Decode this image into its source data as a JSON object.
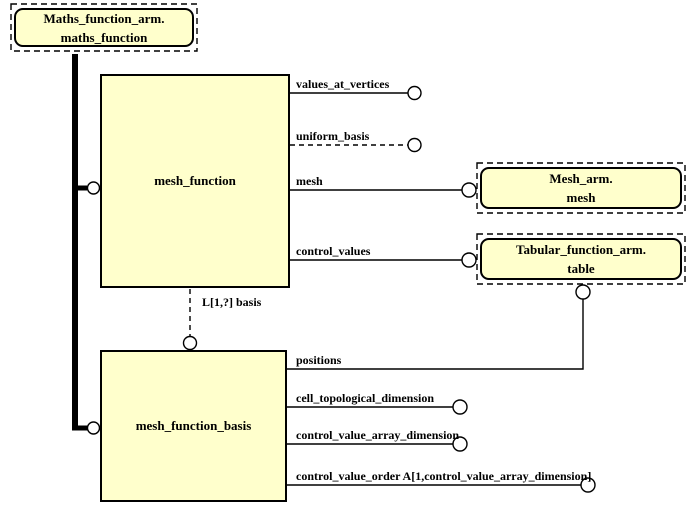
{
  "diagram": {
    "type": "express-g-schema-diagram",
    "colors": {
      "entity_fill": "#FFFFCC",
      "stroke": "#000000",
      "background": "#FFFFFF"
    },
    "refs": {
      "maths": {
        "line1": "Maths_function_arm.",
        "line2": "maths_function"
      },
      "mesh": {
        "line1": "Mesh_arm.",
        "line2": "mesh"
      },
      "table": {
        "line1": "Tabular_function_arm.",
        "line2": "table"
      }
    },
    "entities": {
      "mesh_function": {
        "label": "mesh_function"
      },
      "mesh_function_basis": {
        "label": "mesh_function_basis"
      }
    },
    "attrs": {
      "values_at_vertices": {
        "label": "values_at_vertices",
        "style": "solid"
      },
      "uniform_basis": {
        "label": "uniform_basis",
        "style": "dashed"
      },
      "mesh": {
        "label": "mesh",
        "style": "solid"
      },
      "control_values": {
        "label": "control_values",
        "style": "solid"
      },
      "basis": {
        "label": "L[1,?] basis",
        "style": "dashed"
      },
      "positions": {
        "label": "positions",
        "style": "solid"
      },
      "cell_topological_dimension": {
        "label": "cell_topological_dimension",
        "style": "solid"
      },
      "control_value_array_dimension": {
        "label": "control_value_array_dimension",
        "style": "solid"
      },
      "control_value_order": {
        "label": "control_value_order A[1,control_value_array_dimension]",
        "style": "solid"
      }
    }
  }
}
